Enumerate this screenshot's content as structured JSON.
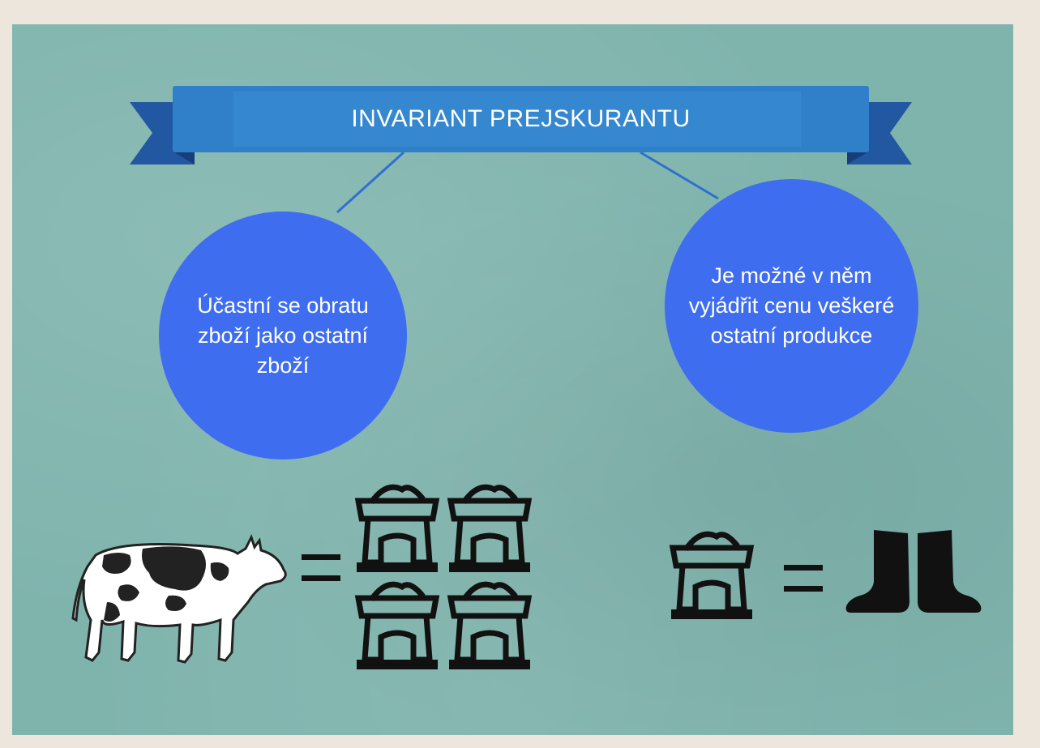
{
  "banner": {
    "title": "INVARIANT PREJSKURANTU"
  },
  "bubbles": [
    {
      "text": "Účastní se obratu zboží jako ostatní zboží"
    },
    {
      "text": "Je možné v něm vyjádřit cenu veškeré ostatní produkce"
    }
  ],
  "colors": {
    "background": "#7fb4ad",
    "banner": "#2f80c8",
    "banner_dark": "#2258a2",
    "bubble": "#3e6df0",
    "connector": "#2f6fd0",
    "icon": "#111111"
  },
  "equations": [
    {
      "left": "cow-icon",
      "operator": "equals-sign",
      "right": [
        "grain-sack-icon",
        "grain-sack-icon",
        "grain-sack-icon",
        "grain-sack-icon"
      ]
    },
    {
      "left": "grain-sack-icon",
      "operator": "equals-sign",
      "right": [
        "boots-icon"
      ]
    }
  ]
}
